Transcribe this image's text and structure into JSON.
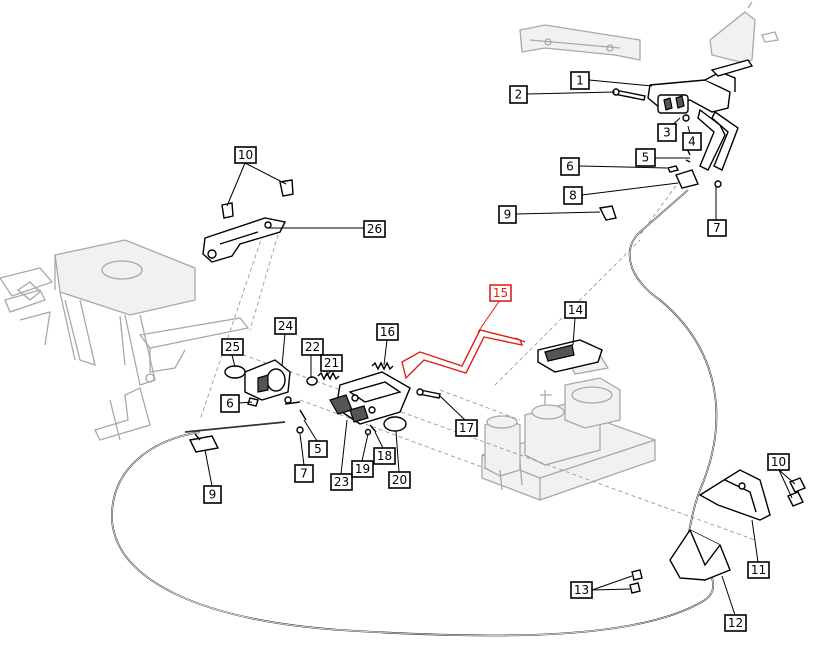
{
  "callouts": {
    "c1": "1",
    "c2": "2",
    "c3": "3",
    "c4": "4",
    "c5a": "5",
    "c6a": "6",
    "c8": "8",
    "c9a": "9",
    "c7a": "7",
    "c10a": "10",
    "c26": "26",
    "c15": "15",
    "c14": "14",
    "c24": "24",
    "c16": "16",
    "c25": "25",
    "c22": "22",
    "c21": "21",
    "c6b": "6",
    "c17": "17",
    "c5b": "5",
    "c7b": "7",
    "c23": "23",
    "c19": "19",
    "c18": "18",
    "c20": "20",
    "c9b": "9",
    "c10b": "10",
    "c11": "11",
    "c13": "13",
    "c12": "12"
  },
  "colors": {
    "highlight": "#e0201c",
    "ink": "#000000",
    "ghost": "#a8a8a8"
  }
}
